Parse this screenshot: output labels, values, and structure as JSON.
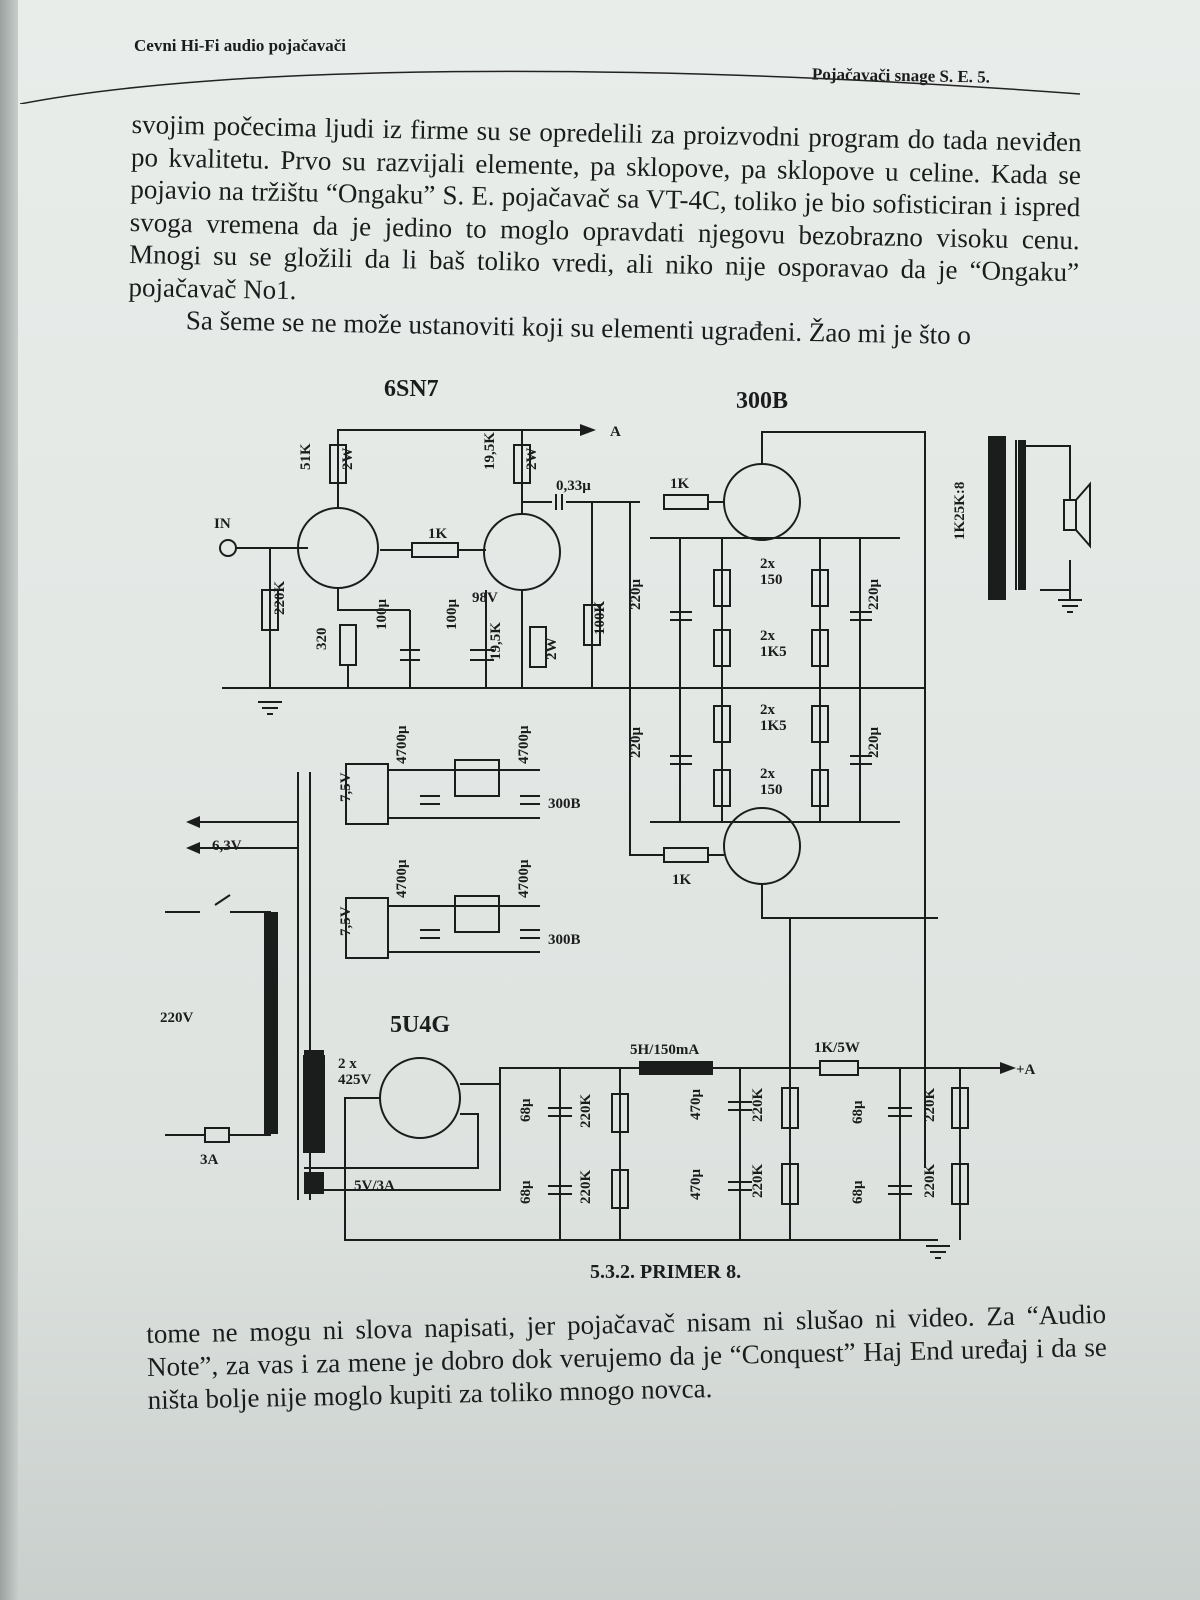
{
  "running_head": {
    "left": "Cevni Hi-Fi audio pojačavači",
    "right": "Pojačavači snage S. E. 5."
  },
  "paragraphs_top": [
    "svojim počecima ljudi iz firme su se opredelili za proizvodni program do tada neviđen po kvalitetu. Prvo su razvijali elemente, pa sklopove, pa sklopove u celine. Kada se pojavio na tržištu “Ongaku” S. E. pojačavač sa VT-4C, toliko je bio sofisticiran i ispred svoga vremena da je jedino to moglo opravdati njegovu bezobrazno visoku cenu. Mnogi su se gložili da li baš toliko vredi, ali niko nije osporavao da je “Ongaku” pojačavač No1.",
    "Sa šeme se ne može ustanoviti koji su elementi ugrađeni. Žao mi je što o"
  ],
  "paragraph_bottom": "tome ne mogu ni slova napisati, jer pojačavač nisam ni slušao ni video. Za “Audio Note”, za vas i za mene je dobro dok verujemo da je “Conquest” Haj End uređaj i da se ništa bolje nije moglo kupiti za toliko mnogo novca.",
  "schematic": {
    "caption": "5.3.2. PRIMER 8.",
    "tubes": {
      "driver": "6SN7",
      "output": "300B",
      "rectifier": "5U4G"
    },
    "labels": {
      "in": "IN",
      "r51k": "51K",
      "w2a": "2W",
      "r19k5a": "19,5K",
      "w2b": "2W",
      "c033": "0,33μ",
      "r1k_top": "1K",
      "arrow_a": "A",
      "r1k_mid": "1K",
      "r220k_in": "220K",
      "r320": "320",
      "c100a": "100μ",
      "c100b": "100μ",
      "v98": "98V",
      "r19k5b": "19,5K",
      "w2c": "2W",
      "r100k": "100K",
      "c220_1": "220μ",
      "r2x150_a": "2x\n150",
      "r2x1k5_a": "2x\n1K5",
      "c220_2": "220μ",
      "r2x1k5_b": "2x\n1K5",
      "c220_3": "220μ",
      "r2x150_b": "2x\n150",
      "c220_4": "220μ",
      "r1k_bot": "1K",
      "ot": "1K25K:8",
      "v75a": "7,5V",
      "c4700_1": "4700μ",
      "c4700_2": "4700μ",
      "to300b_a": "300B",
      "v63": "6,3V",
      "v75b": "7,5V",
      "c4700_3": "4700μ",
      "c4700_4": "4700μ",
      "to300b_b": "300B",
      "v220": "220V",
      "fuse": "3A",
      "hv": "2 x\n425V",
      "v5": "5V/3A",
      "choke": "5H/150mA",
      "r1k5w": "1K/5W",
      "plus_a": "+A",
      "c68_1": "68μ",
      "r220k_1": "220K",
      "c68_2": "68μ",
      "r220k_2": "220K",
      "c470_1": "470μ",
      "r220k_3": "220K",
      "c470_2": "470μ",
      "r220k_4": "220K",
      "c68_3": "68μ",
      "r220k_5": "220K",
      "c68_4": "68μ",
      "r220k_6": "220K"
    }
  }
}
